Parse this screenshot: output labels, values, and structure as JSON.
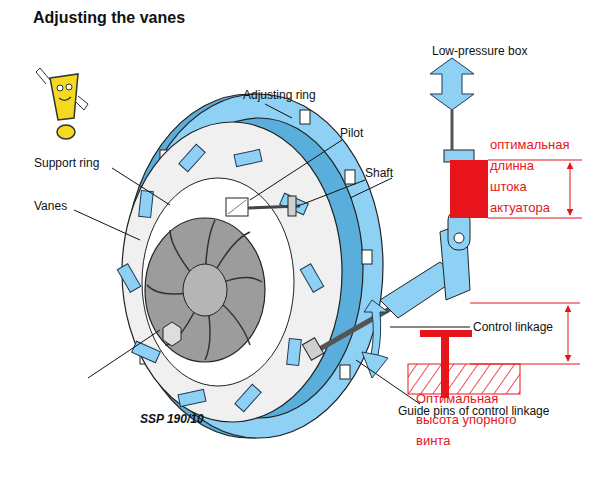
{
  "diagram": {
    "title": "Adjusting the vanes",
    "labels": [
      "Low-pressure box",
      "Adjusting ring",
      "Pilot",
      "Shaft",
      "Support ring",
      "Vanes",
      "Control linkage",
      "Guide pins of control linkage",
      "SSP 190/10",
      "оптимальная длинна штока актуатора",
      "Оптимальная высота упорного винта"
    ]
  }
}
